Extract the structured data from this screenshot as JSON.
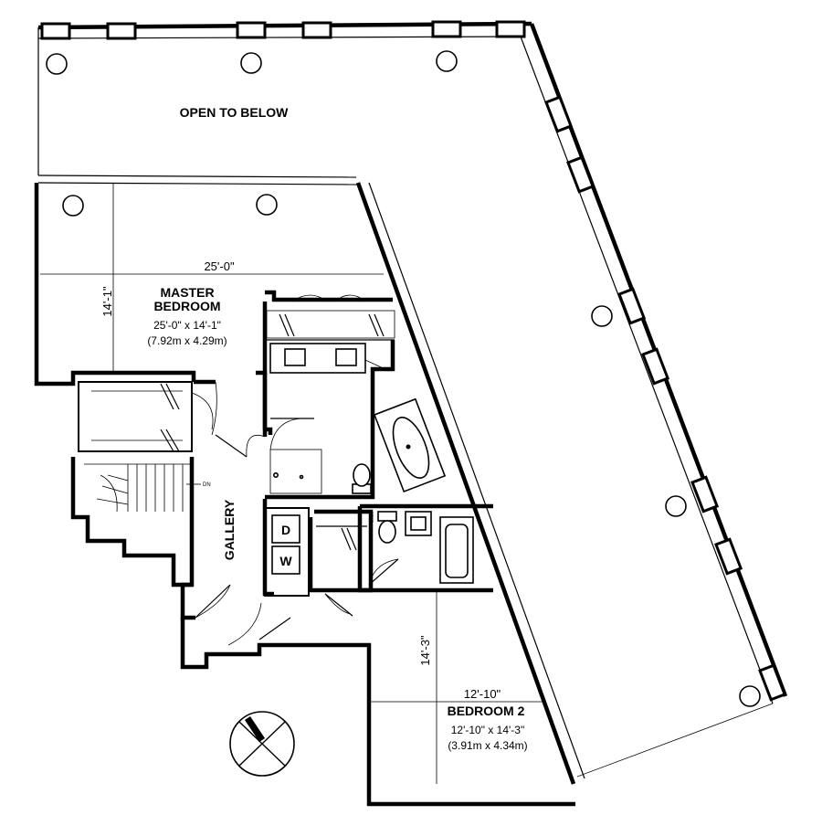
{
  "labels": {
    "open_to_below": "OPEN TO BELOW",
    "master_bedroom_line1": "MASTER",
    "master_bedroom_line2": "BEDROOM",
    "master_dims_imperial": "25'-0\" x 14'-1\"",
    "master_dims_metric": "(7.92m x 4.29m)",
    "master_width_dim": "25'-0\"",
    "master_depth_dim": "14'-1\"",
    "gallery": "GALLERY",
    "dryer": "D",
    "washer": "W",
    "bedroom2": "BEDROOM 2",
    "bedroom2_dims_imperial": "12'-10\" x 14'-3\"",
    "bedroom2_dims_metric": "(3.91m x 4.34m)",
    "bedroom2_width_dim": "12'-10\"",
    "bedroom2_depth_dim": "14'-3\"",
    "stair_dn": "DN"
  },
  "colors": {
    "ink": "#000000",
    "paper": "#ffffff"
  },
  "icons": {
    "compass": "north-arrow-icon"
  }
}
